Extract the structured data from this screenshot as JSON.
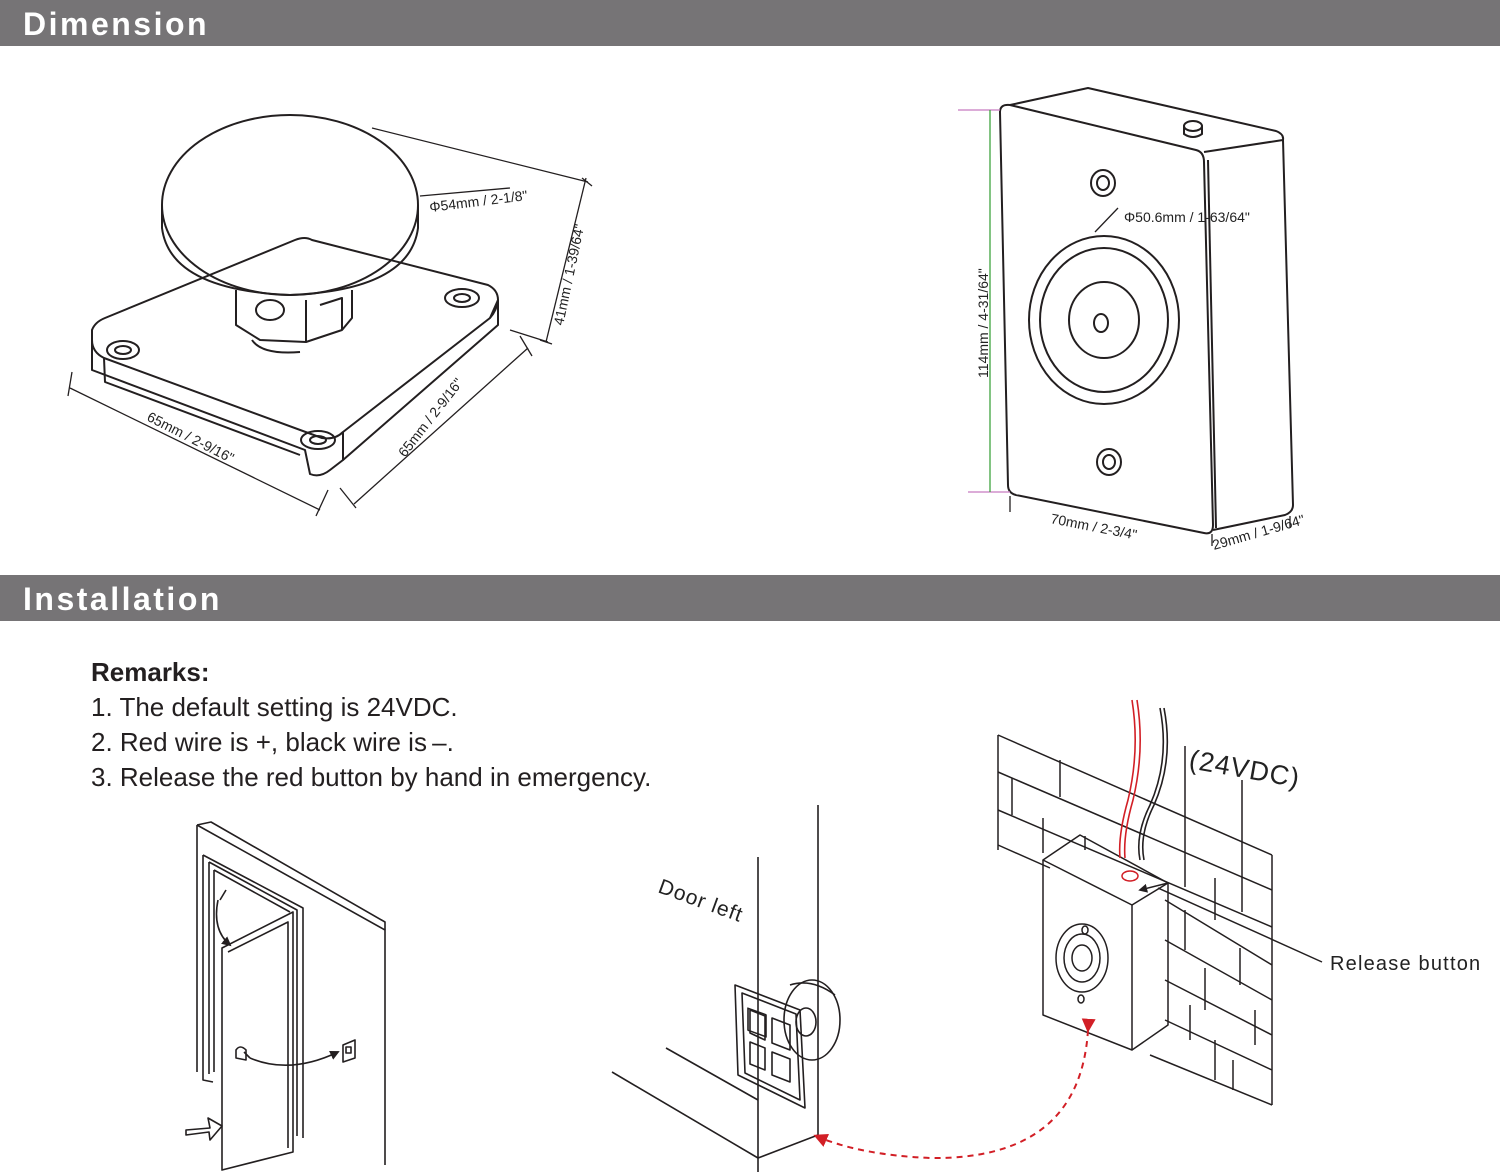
{
  "sections": {
    "dimension_title": "Dimension",
    "installation_title": "Installation"
  },
  "armature_dims": {
    "diameter": "Φ54mm / 2-1/8\"",
    "height": "41mm / 1-39/64\"",
    "width_left": "65mm / 2-9/16\"",
    "width_right": "65mm / 2-9/16\""
  },
  "magnet_dims": {
    "diameter": "Φ50.6mm / 1-63/64\"",
    "height": "114mm / 4-31/64\"",
    "width": "70mm / 2-3/4\"",
    "depth": "29mm / 1-9/64\""
  },
  "remarks": {
    "heading": "Remarks:",
    "items": [
      "1. The default setting is 24VDC.",
      "2. Red wire is +, black wire is –.",
      "3. Release the red button by hand in emergency."
    ]
  },
  "install_labels": {
    "door_left": "Door left",
    "voltage": "(24VDC)",
    "release_button": "Release button"
  },
  "colors": {
    "bar": "#767476",
    "line": "#231f20",
    "red_wire": "#d21f26",
    "dashed_arrow": "#d21f26",
    "dim_pink": "#c77bc0",
    "dim_green": "#3fa33f"
  }
}
